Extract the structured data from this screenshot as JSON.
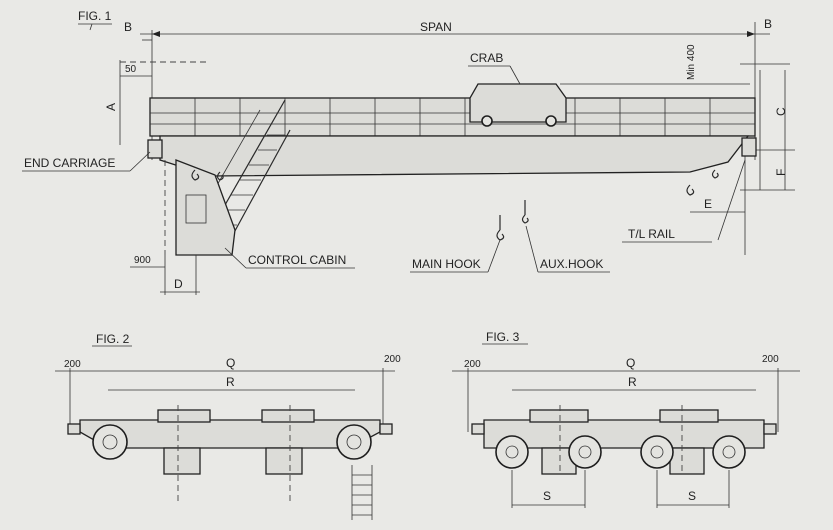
{
  "fig1": {
    "title": "FIG. 1",
    "span": "SPAN",
    "b_left": "B",
    "b_right": "B",
    "crab": "CRAB",
    "dim_50": "50",
    "dim_a": "A",
    "dim_min400": "Min 400",
    "dim_c": "C",
    "dim_f": "F",
    "dim_e": "E",
    "end_carriage": "END CARRIAGE",
    "dim_900": "900",
    "dim_d": "D",
    "control_cabin": "CONTROL CABIN",
    "main_hook": "MAIN HOOK",
    "aux_hook": "AUX.HOOK",
    "tl_rail": "T/L RAIL"
  },
  "fig2": {
    "title": "FIG. 2",
    "dim_q": "Q",
    "dim_r": "R",
    "dim_200_left": "200",
    "dim_200_right": "200"
  },
  "fig3": {
    "title": "FIG. 3",
    "dim_q": "Q",
    "dim_r": "R",
    "dim_200_left": "200",
    "dim_200_right": "200",
    "dim_s_left": "S",
    "dim_s_right": "S"
  }
}
